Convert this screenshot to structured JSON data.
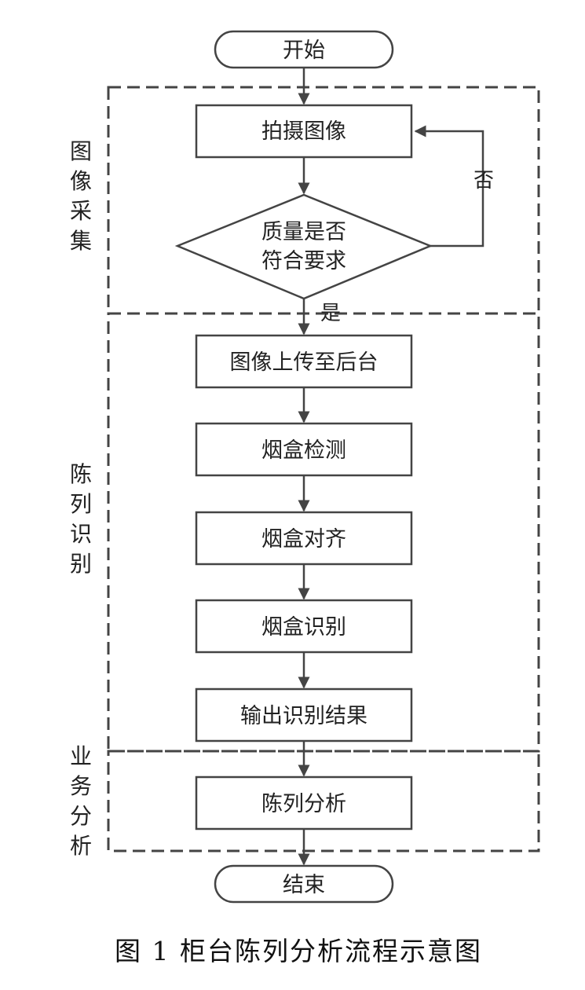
{
  "nodes": {
    "start": "开始",
    "capture": "拍摄图像",
    "decision_line1": "质量是否",
    "decision_line2": "符合要求",
    "upload": "图像上传至后台",
    "detect": "烟盒检测",
    "align": "烟盒对齐",
    "recognize": "烟盒识别",
    "output": "输出识别结果",
    "analysis": "陈列分析",
    "end": "结束"
  },
  "edges": {
    "no_label": "否",
    "yes_label": "是"
  },
  "groups": {
    "image_capture": [
      "图",
      "像",
      "采",
      "集"
    ],
    "display_recognition": [
      "陈",
      "列",
      "识",
      "别"
    ],
    "business_analysis": [
      "业",
      "务",
      "分",
      "析"
    ]
  },
  "caption": "图 1  柜台陈列分析流程示意图",
  "colors": {
    "line": "#444444",
    "text": "#222222",
    "background": "#ffffff"
  }
}
